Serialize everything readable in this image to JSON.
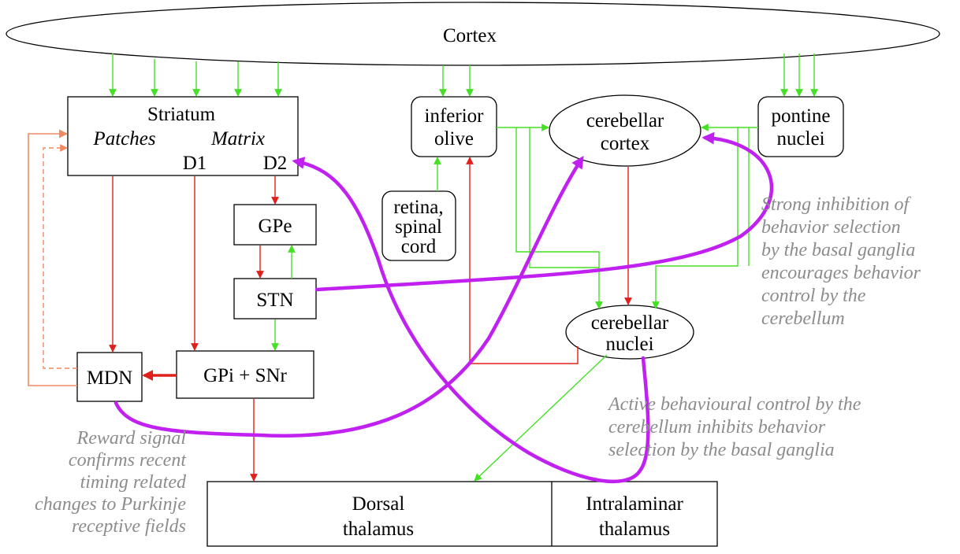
{
  "nodes": {
    "cortex": "Cortex",
    "striatum": {
      "title": "Striatum",
      "patches": "Patches",
      "matrix": "Matrix",
      "d1": "D1",
      "d2": "D2"
    },
    "gpe": "GPe",
    "stn": "STN",
    "gpi_snr": "GPi + SNr",
    "mdn": "MDN",
    "inferior_olive": [
      "inferior",
      "olive"
    ],
    "retina_spinal_cord": [
      "retina,",
      "spinal",
      "cord"
    ],
    "cerebellar_cortex": [
      "cerebellar",
      "cortex"
    ],
    "pontine_nuclei": [
      "pontine",
      "nuclei"
    ],
    "cerebellar_nuclei": [
      "cerebellar",
      "nuclei"
    ],
    "dorsal_thalamus": [
      "Dorsal",
      "thalamus"
    ],
    "intralaminar_thalamus": [
      "Intralaminar",
      "thalamus"
    ]
  },
  "annotations": {
    "strong_inhibition": [
      "Strong inhibition of",
      "behavior selection",
      "by the basal ganglia",
      "encourages behavior",
      "control by the",
      "cerebellum"
    ],
    "active_control": [
      "Active behavioural control by the",
      "cerebellum inhibits behavior",
      "selection by the basal ganglia"
    ],
    "reward_signal": [
      "Reward signal",
      "confirms recent",
      "timing related",
      "changes to Purkinje",
      "receptive fields"
    ]
  },
  "colors": {
    "excitatory": "#44e024",
    "inhibitory": "#e0201a",
    "feedback": "#f08a60",
    "interaction": "#c020f0",
    "annotation_text": "#8c8c8c"
  }
}
